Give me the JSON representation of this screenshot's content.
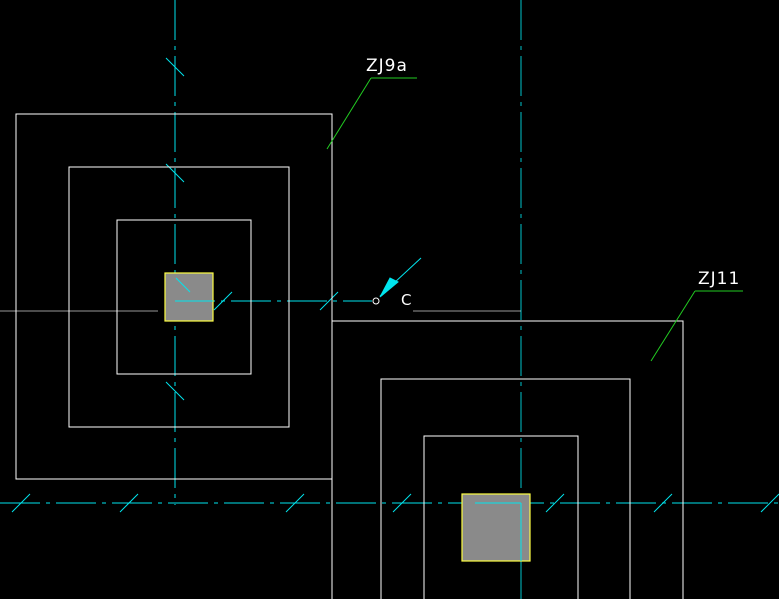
{
  "drawing": {
    "background": "#000000",
    "footings": [
      {
        "id": "ZJ9a",
        "label": "ZJ9a"
      },
      {
        "id": "ZJ11",
        "label": "ZJ11"
      }
    ],
    "snap_marker_label": "C",
    "colors": {
      "outline": "#ffffff",
      "axis": "#00e5ee",
      "leader": "#22cc22",
      "column_fill": "#8a8a8a",
      "column_edge": "#ffff44"
    }
  }
}
